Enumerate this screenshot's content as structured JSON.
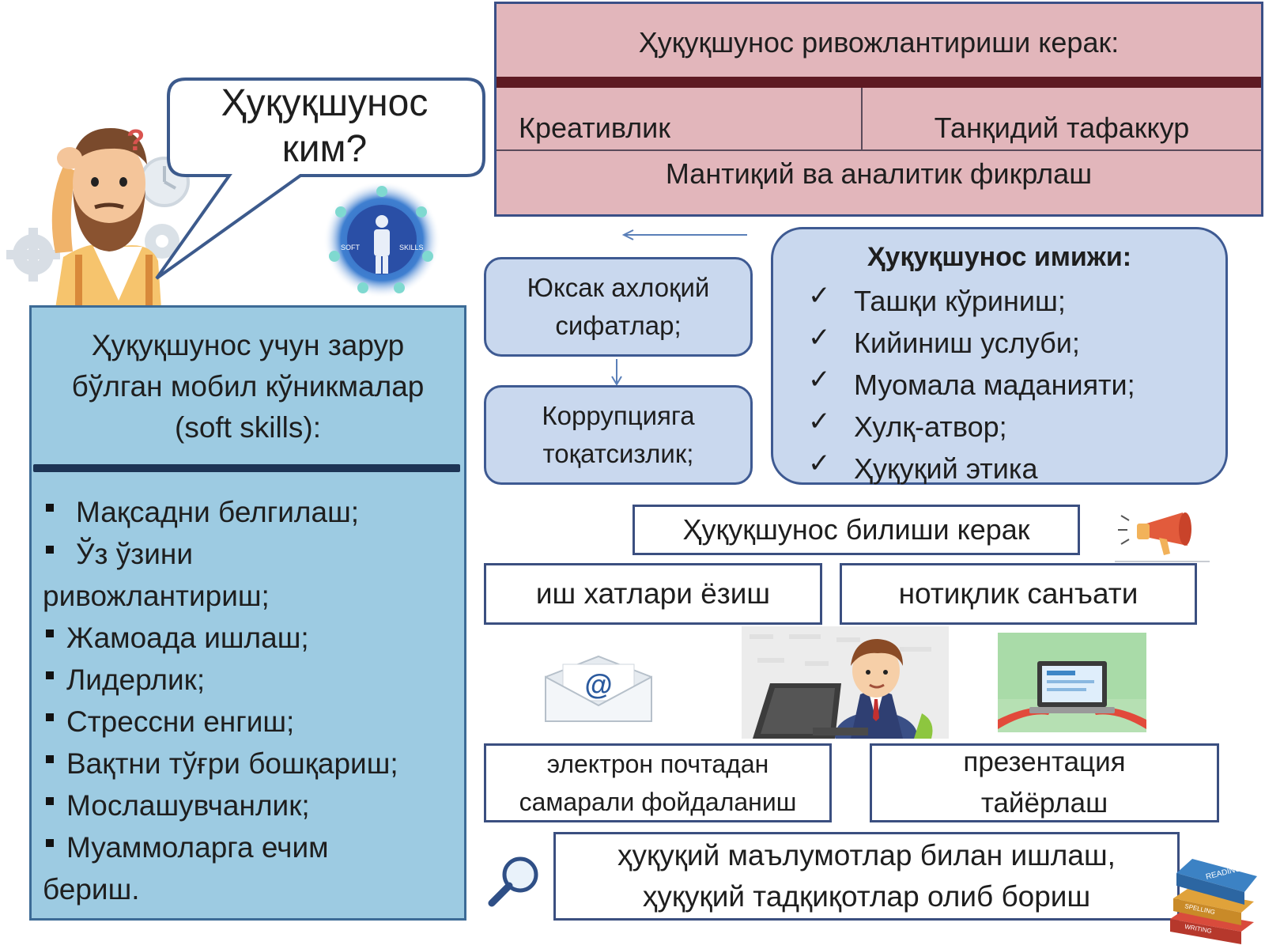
{
  "development": {
    "title": "Ҳуқуқшунос ривожлантириши керак:",
    "left_cell": "Креативлик",
    "right_cell": "Танқидий тафаккур",
    "bottom": "Мантиқий  ва аналитик фикрлаш"
  },
  "bubble": {
    "line1": "Ҳуқуқшунос",
    "line2": "ким?"
  },
  "soft_skills_badge": {
    "left": "SOFT",
    "right": "SKILLS"
  },
  "left_panel": {
    "title_line1": "Ҳуқуқшунос учун зарур",
    "title_line2": "бўлган мобил кўникмалар",
    "title_line3": "(soft skills):",
    "skills": [
      {
        "a": "Мақсадни белгилаш;",
        "b": ""
      },
      {
        "a": "Ўз ўзини",
        "b": "ривожлантириш;"
      },
      {
        "a": "Жамоада ишлаш;",
        "b": ""
      },
      {
        "a": "Лидерлик;",
        "b": ""
      },
      {
        "a": "Стрессни  енгиш;",
        "b": ""
      },
      {
        "a": "Вақтни тўғри бошқариш;",
        "b": ""
      },
      {
        "a": "Мослашувчанлик;",
        "b": ""
      },
      {
        "a": "Муаммоларга ечим",
        "b": "бериш."
      }
    ]
  },
  "ethics": {
    "line1": "Юксак ахлоқий",
    "line2": "сифатлар;"
  },
  "corruption": {
    "line1": "Коррупцияга",
    "line2": "тоқатсизлик;"
  },
  "image": {
    "title": "Ҳуқуқшунос имижи:",
    "check": "✓",
    "items": [
      "Ташқи кўриниш;",
      "Кийиниш услуби;",
      "Муомала маданияти;",
      "Хулқ-атвор;",
      "Ҳуқуқий этика"
    ]
  },
  "know": {
    "title": "Ҳуқуқшунос билиши керак"
  },
  "letters": {
    "label": "иш хатлари ёзиш"
  },
  "oratory": {
    "label": "нотиқлик санъати"
  },
  "email": {
    "line1": "электрон почтадан",
    "line2": "самарали фойдаланиш"
  },
  "email_icon": {
    "glyph": "@"
  },
  "presentation": {
    "line1": "презентация",
    "line2": "тайёрлаш"
  },
  "legal": {
    "line1": "ҳуқуқий маълумотлар билан ишлаш,",
    "line2": "ҳуқуқий тадқиқотлар олиб бориш"
  },
  "question_mark": "?",
  "books": {
    "top": "READING",
    "middle": "SPELLING",
    "bottom": "WRITING"
  },
  "colors": {
    "pink": "#e2b6bb",
    "dark_bar": "#5e1a22",
    "light_blue_panel": "#9dcbe2",
    "rounded_box": "#c9d8ee",
    "border_navy": "#3b4f80"
  }
}
